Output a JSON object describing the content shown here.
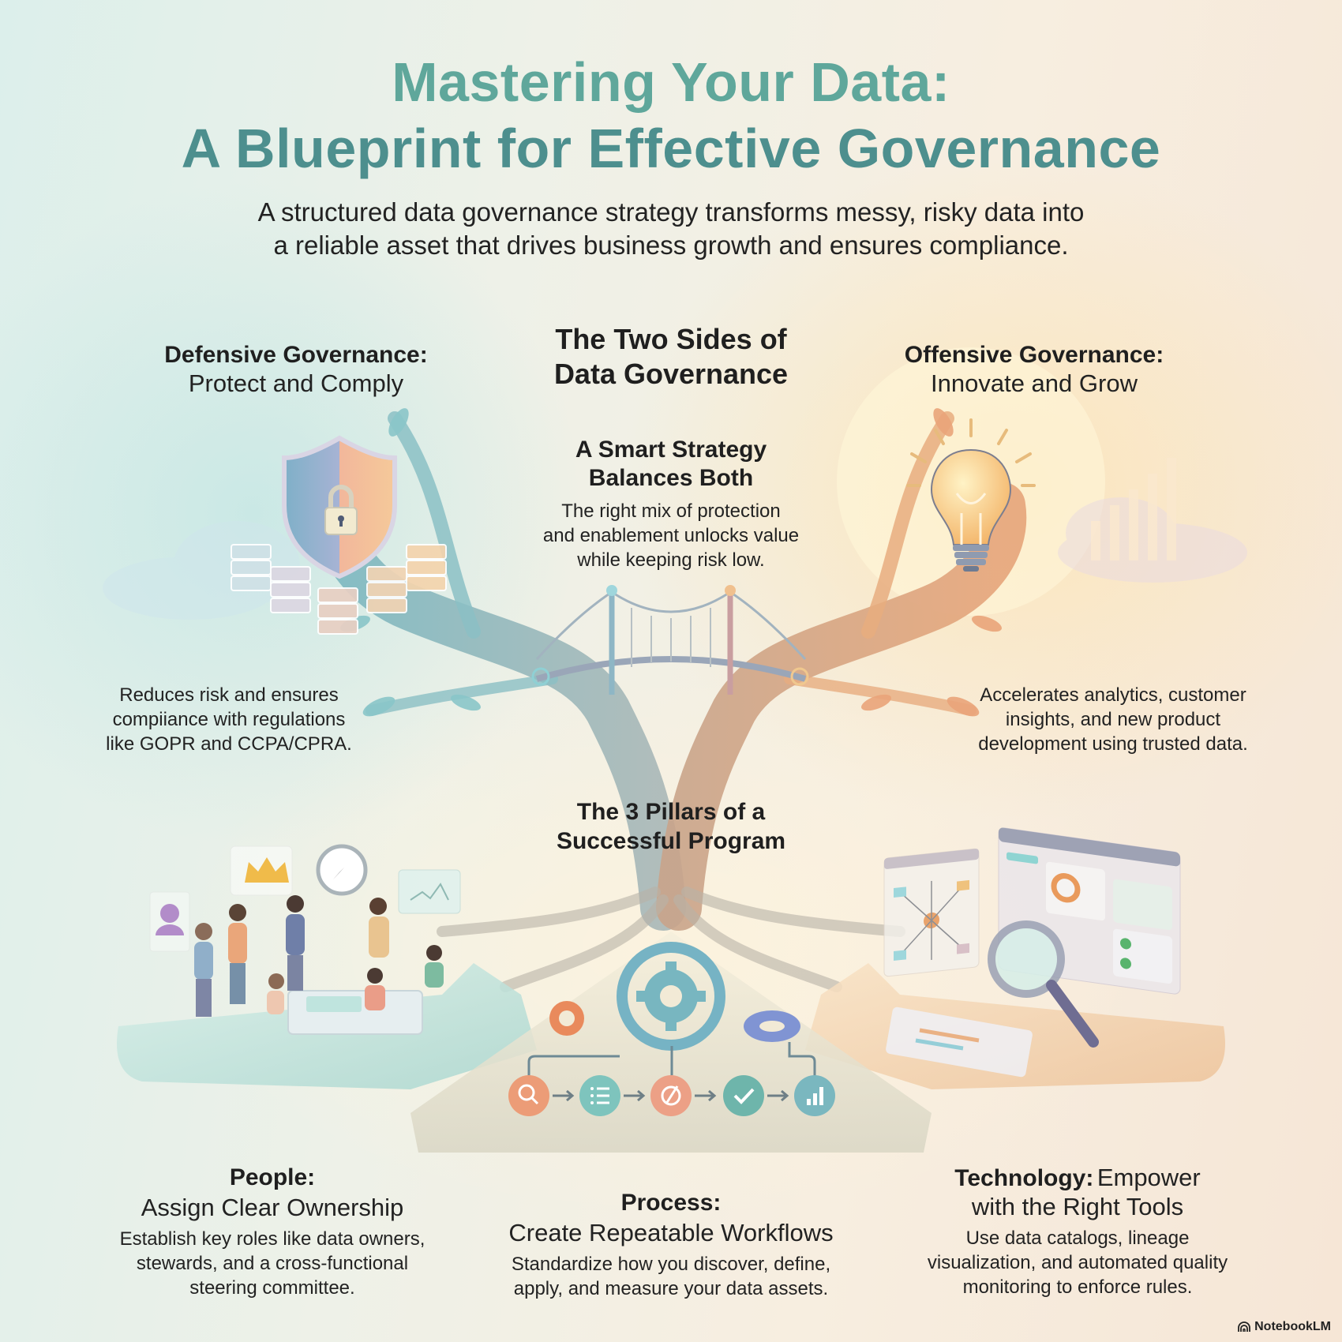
{
  "header": {
    "title_line1": "Mastering Your Data:",
    "title_line2": "A Blueprint for Effective Governance",
    "subtitle_line1": "A structured data governance strategy transforms messy, risky data into",
    "subtitle_line2": "a reliable asset that drives business growth and ensures compliance."
  },
  "two_sides": {
    "heading_line1": "The Two Sides of",
    "heading_line2": "Data Governance",
    "defensive": {
      "title": "Defensive Governance:",
      "subtitle": "Protect and Comply",
      "description_lines": [
        "Reduces risk and ensures",
        "compiiance with regulations",
        "like GOPR and CCPA/CPRA."
      ],
      "icon": "shield-lock-icon",
      "accent": "#7fc4c4"
    },
    "offensive": {
      "title": "Offensive Governance:",
      "subtitle": "Innovate and Grow",
      "description_lines": [
        "Accelerates analytics, customer",
        "insights, and new product",
        "development using trusted data."
      ],
      "icon": "lightbulb-icon",
      "accent": "#e9a46c"
    },
    "balance": {
      "title_line1": "A Smart Strategy",
      "title_line2": "Balances Both",
      "description_lines": [
        "The right mix of protection",
        "and enablement unlocks value",
        "while keeping risk low."
      ],
      "icon": "bridge-icon"
    }
  },
  "pillars": {
    "heading_line1": "The 3 Pillars of a",
    "heading_line2": "Successful Program",
    "items": [
      {
        "title": "People:",
        "subtitle": "Assign Clear Ownership",
        "description_lines": [
          "Establish key roles like data owners,",
          "stewards, and a cross-functional",
          "steering committee."
        ],
        "icon": "team-meeting-icon"
      },
      {
        "title": "Process:",
        "subtitle": "Create Repeatable Workflows",
        "description_lines": [
          "Standardize how you discover, define,",
          "apply, and measure your data assets."
        ],
        "icon": "gears-workflow-icon",
        "workflow_steps": [
          "search",
          "list",
          "apply",
          "check",
          "measure"
        ]
      },
      {
        "title": "Technology:",
        "subtitle_inline": "Empower",
        "subtitle": "with the Right Tools",
        "description_lines": [
          "Use data catalogs, lineage",
          "visualization, and automated quality",
          "monitoring to enforce rules."
        ],
        "icon": "magnifier-dashboard-icon"
      }
    ]
  },
  "footer": {
    "brand": "NotebookLM"
  }
}
